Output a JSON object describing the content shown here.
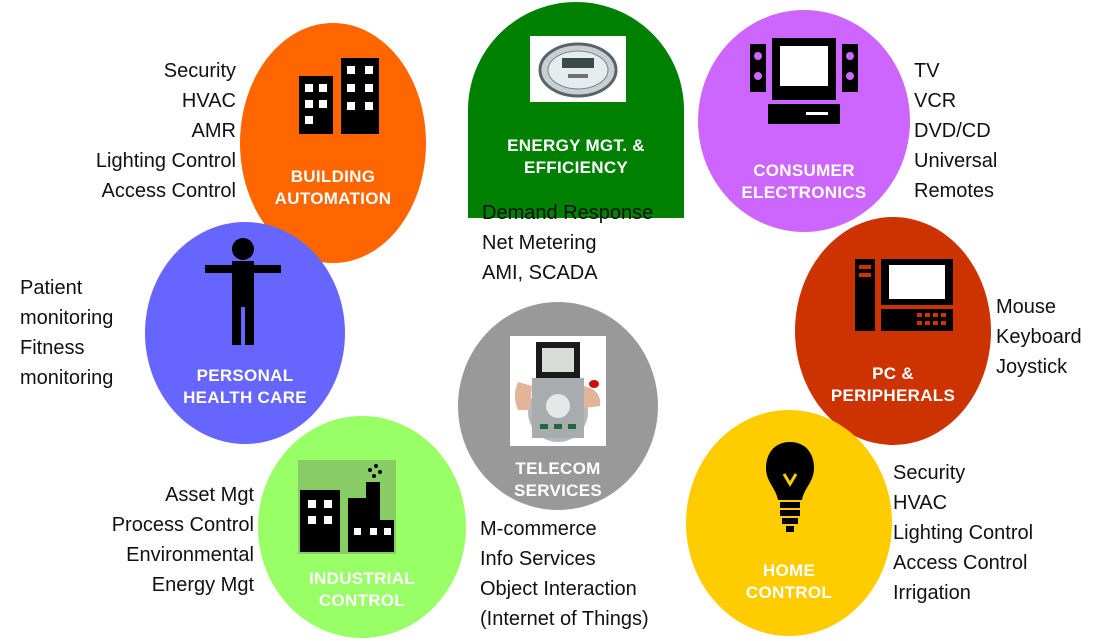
{
  "segments": {
    "building": {
      "title": [
        "BUILDING",
        "AUTOMATION"
      ],
      "color": "#ff6600",
      "icon": "buildings-icon",
      "items": [
        "Security",
        "HVAC",
        "AMR",
        "Lighting Control",
        "Access Control"
      ]
    },
    "energy": {
      "title": [
        "ENERGY MGT. &",
        "EFFICIENCY"
      ],
      "color": "#008000",
      "icon": "electric-meter-icon",
      "items": [
        "Demand Response",
        "Net Metering",
        "AMI, SCADA"
      ]
    },
    "consumer": {
      "title": [
        "CONSUMER",
        "ELECTRONICS"
      ],
      "color": "#cc66ff",
      "icon": "tv-speakers-icon",
      "items": [
        "TV",
        "VCR",
        "DVD/CD",
        "Universal",
        "Remotes"
      ]
    },
    "health": {
      "title": [
        "PERSONAL",
        "HEALTH CARE"
      ],
      "color": "#6666ff",
      "icon": "person-icon",
      "items": [
        "Patient",
        "monitoring",
        "Fitness",
        "monitoring"
      ]
    },
    "pc": {
      "title": [
        "PC &",
        "PERIPHERALS"
      ],
      "color": "#cc3300",
      "icon": "computer-icon",
      "items": [
        "Mouse",
        "Keyboard",
        "Joystick"
      ]
    },
    "telecom": {
      "title": [
        "TELECOM",
        "SERVICES"
      ],
      "color": "#999999",
      "icon": "phone-hand-icon",
      "items": [
        "M-commerce",
        "Info Services",
        "Object Interaction",
        "(Internet of Things)"
      ]
    },
    "industrial": {
      "title": [
        "INDUSTRIAL",
        "CONTROL"
      ],
      "color": "#99ff66",
      "icon": "factory-icon",
      "items": [
        "Asset Mgt",
        "Process Control",
        "Environmental",
        "Energy Mgt"
      ]
    },
    "home": {
      "title": [
        "HOME",
        "CONTROL"
      ],
      "color": "#ffcc00",
      "icon": "lightbulb-icon",
      "items": [
        "Security",
        "HVAC",
        "Lighting Control",
        "Access Control",
        "Irrigation"
      ]
    }
  }
}
